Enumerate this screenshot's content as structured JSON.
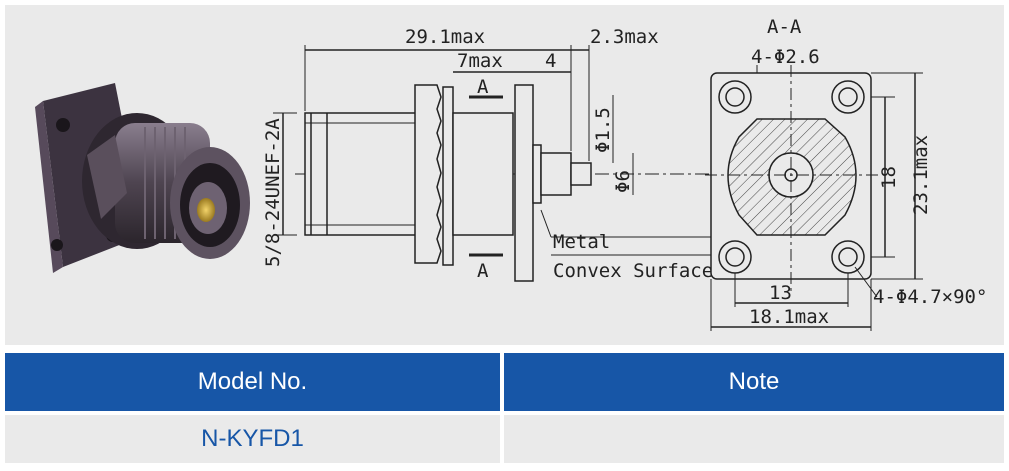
{
  "drawing": {
    "overall_length": "29.1max",
    "nut_width": "7max",
    "flange_to_tip": "4",
    "flange_thickness": "2.3max",
    "section_marker": "A",
    "thread_spec": "5/8-24UNEF-2A",
    "pin_diameter": "Φ1.5",
    "pin_body_diameter": "Φ6",
    "note_metal": "Metal",
    "note_surface": "Convex Surface",
    "section_title": "A-A",
    "small_holes": "4-Φ2.6",
    "hole_spacing_v": "18",
    "flange_height": "23.1max",
    "hole_spacing_h": "13",
    "flange_width": "18.1max",
    "large_holes": "4-Φ4.7×90°"
  },
  "table": {
    "headers": [
      "Model No.",
      "Note"
    ],
    "rows": [
      {
        "model": "N-KYFD1",
        "note": ""
      }
    ]
  },
  "colors": {
    "header_bg": "#1756a7",
    "cell_bg": "#eaeaea",
    "model_text": "#1756a7",
    "figure_bg": "#eaeaea"
  }
}
